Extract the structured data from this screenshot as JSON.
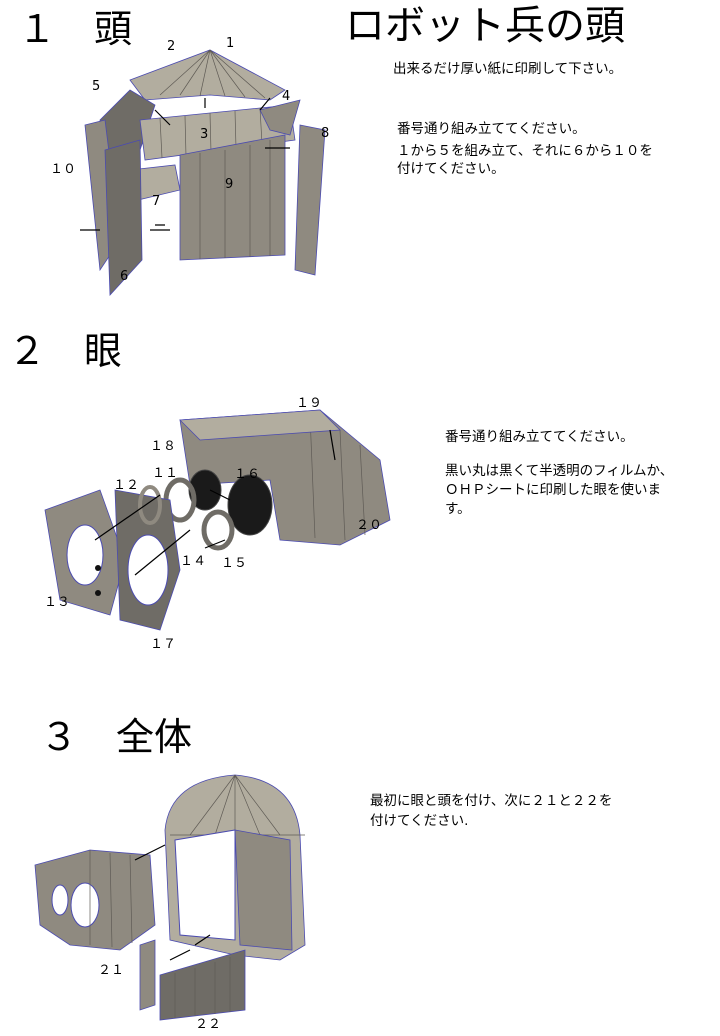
{
  "main_title": "ロボット兵の頭",
  "sections": [
    {
      "heading": "１　頭",
      "notes": [
        "出来るだけ厚い紙に印刷して下さい。",
        "番号通り組み立ててください。",
        "１から５を組み立て、それに６から１０を",
        "付けてください。"
      ],
      "part_labels": [
        "1",
        "2",
        "3",
        "4",
        "5",
        "6",
        "7",
        "8",
        "9",
        "１０"
      ]
    },
    {
      "heading": "２　眼",
      "notes": [
        "番号通り組み立ててください。",
        "黒い丸は黒くて半透明のフィルムか、",
        "ＯＨＰシートに印刷した眼を使いま",
        "す。"
      ],
      "part_labels": [
        "１１",
        "１２",
        "１３",
        "１４",
        "１５",
        "１６",
        "１７",
        "１８",
        "１９",
        "２０"
      ]
    },
    {
      "heading": "３　全体",
      "notes": [
        "最初に眼と頭を付け、次に２１と２２を",
        "付けてください."
      ],
      "part_labels": [
        "２１",
        "２２"
      ]
    }
  ]
}
